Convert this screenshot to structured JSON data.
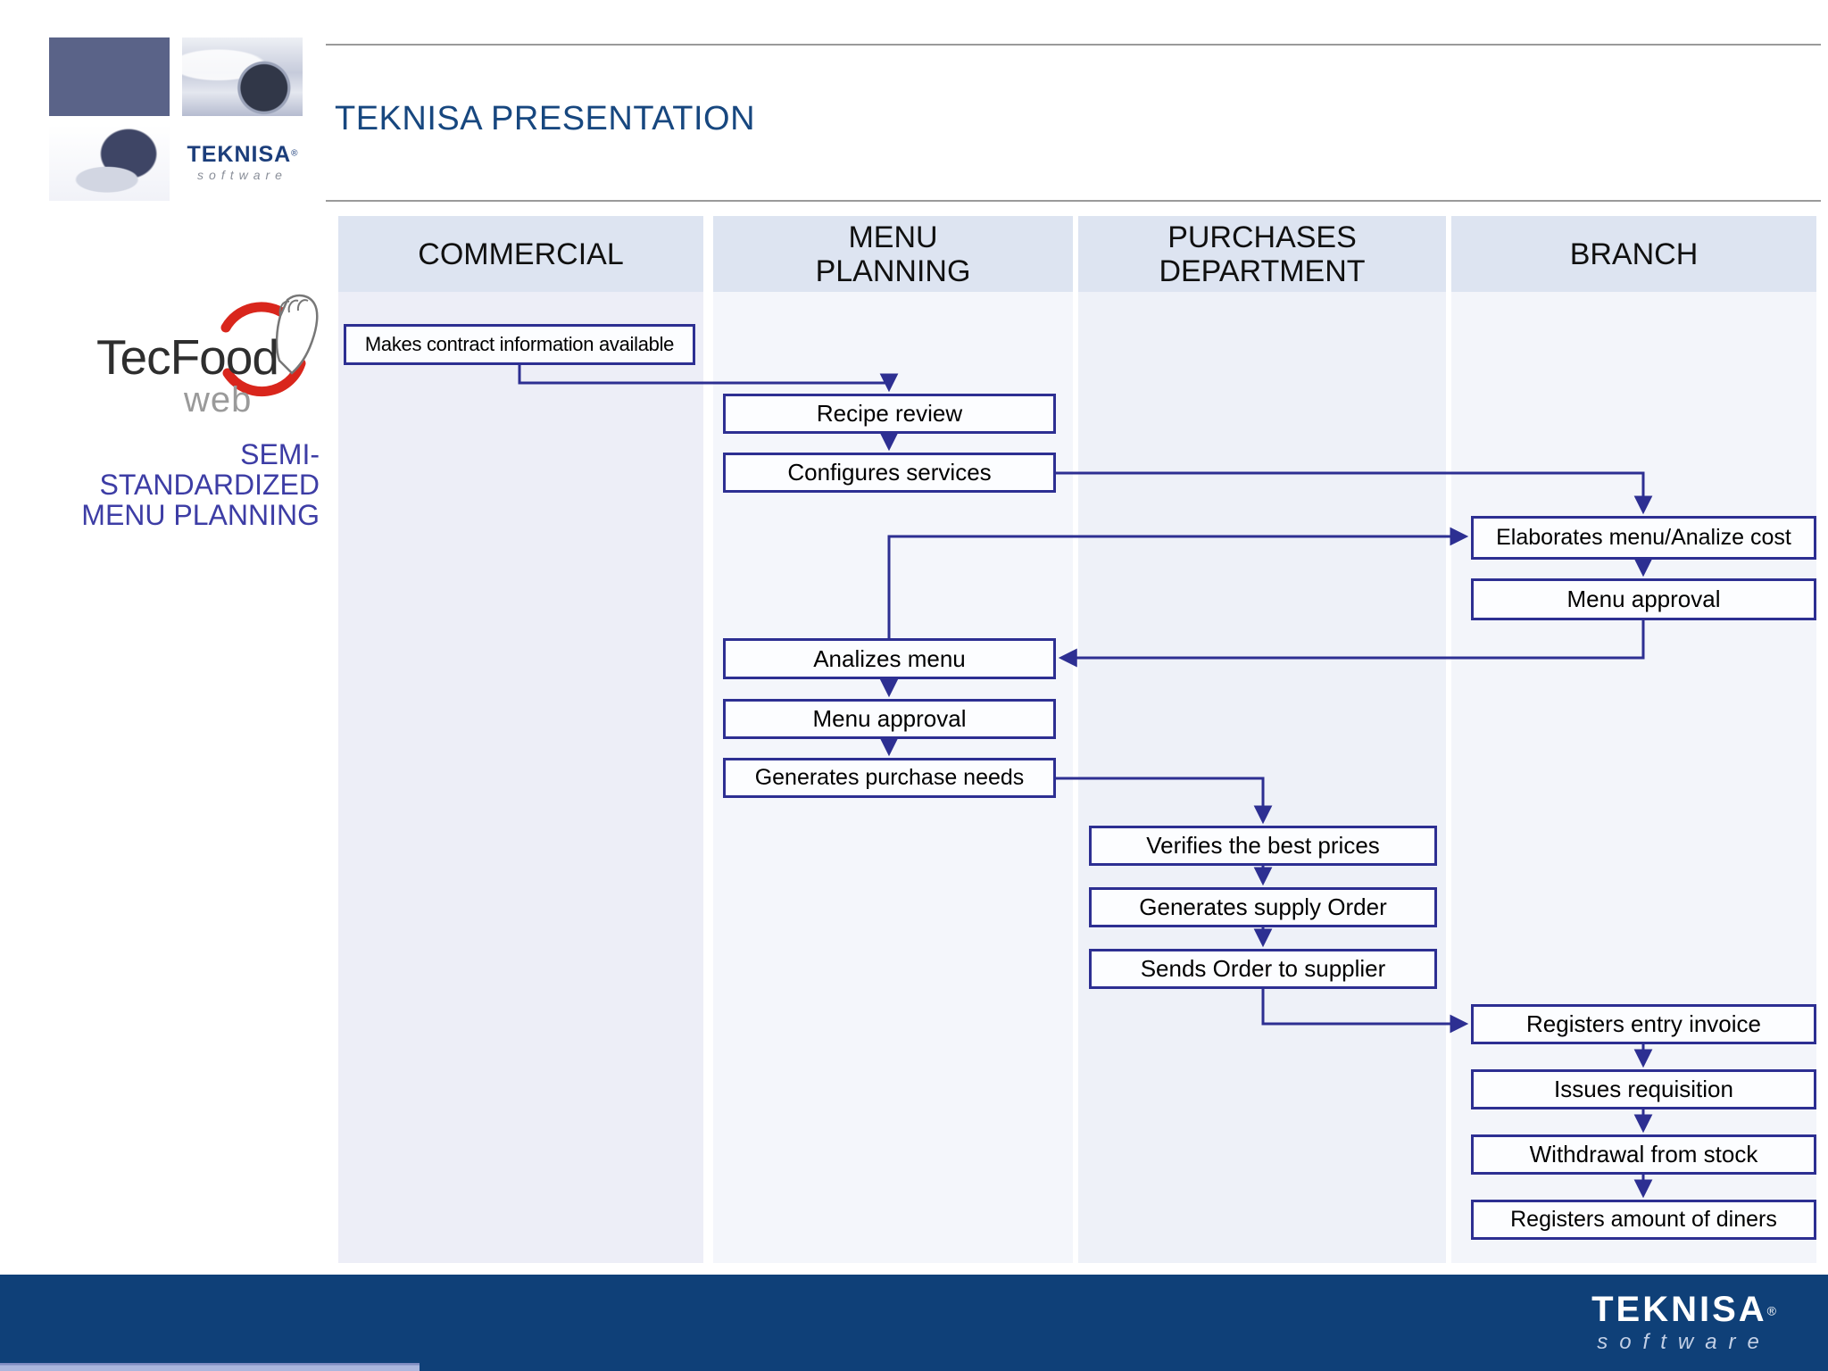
{
  "slide": {
    "title": "TEKNISA PRESENTATION",
    "side_caption": "SEMI-\nSTANDARDIZED\nMENU PLANNING"
  },
  "branding": {
    "tecfood": {
      "name": "TecFood",
      "sub": "web"
    },
    "teknisa_tile": {
      "name": "TEKNISA",
      "reg": "®",
      "sub": "software"
    },
    "footer_logo": {
      "name": "TEKNISA",
      "reg": "®",
      "sub": "software"
    }
  },
  "colors": {
    "accent_border": "#2d2f92",
    "title_blue": "#17477f",
    "side_caption_purple": "#3d3da5",
    "footer_navy": "#0f4078",
    "lane_header_bg": "#dde4f1",
    "tecfood_red": "#d9261c"
  },
  "lanes": [
    {
      "label": "COMMERCIAL"
    },
    {
      "label": "MENU\nPLANNING"
    },
    {
      "label": "PURCHASES\nDEPARTMENT"
    },
    {
      "label": "BRANCH"
    }
  ],
  "flow_boxes": [
    {
      "id": "contract",
      "lane": "COMMERCIAL",
      "label": "Makes contract information available"
    },
    {
      "id": "recipe-review",
      "lane": "MENU PLANNING",
      "label": "Recipe review"
    },
    {
      "id": "configures-services",
      "lane": "MENU PLANNING",
      "label": "Configures services"
    },
    {
      "id": "elaborates-menu",
      "lane": "BRANCH",
      "label": "Elaborates menu/Analize cost"
    },
    {
      "id": "menu-approval-branch",
      "lane": "BRANCH",
      "label": "Menu approval"
    },
    {
      "id": "analizes-menu",
      "lane": "MENU PLANNING",
      "label": "Analizes menu"
    },
    {
      "id": "menu-approval-planning",
      "lane": "MENU PLANNING",
      "label": "Menu approval"
    },
    {
      "id": "generates-purchase-needs",
      "lane": "MENU PLANNING",
      "label": "Generates purchase needs"
    },
    {
      "id": "verifies-best-prices",
      "lane": "PURCHASES DEPARTMENT",
      "label": "Verifies the best prices"
    },
    {
      "id": "generates-supply-order",
      "lane": "PURCHASES DEPARTMENT",
      "label": "Generates supply Order"
    },
    {
      "id": "sends-order-to-supplier",
      "lane": "PURCHASES DEPARTMENT",
      "label": "Sends Order to supplier"
    },
    {
      "id": "registers-entry-invoice",
      "lane": "BRANCH",
      "label": "Registers entry invoice"
    },
    {
      "id": "issues-requisition",
      "lane": "BRANCH",
      "label": "Issues requisition"
    },
    {
      "id": "withdrawal-from-stock",
      "lane": "BRANCH",
      "label": "Withdrawal from stock"
    },
    {
      "id": "registers-amount-of-diners",
      "lane": "BRANCH",
      "label": "Registers amount of diners"
    }
  ]
}
